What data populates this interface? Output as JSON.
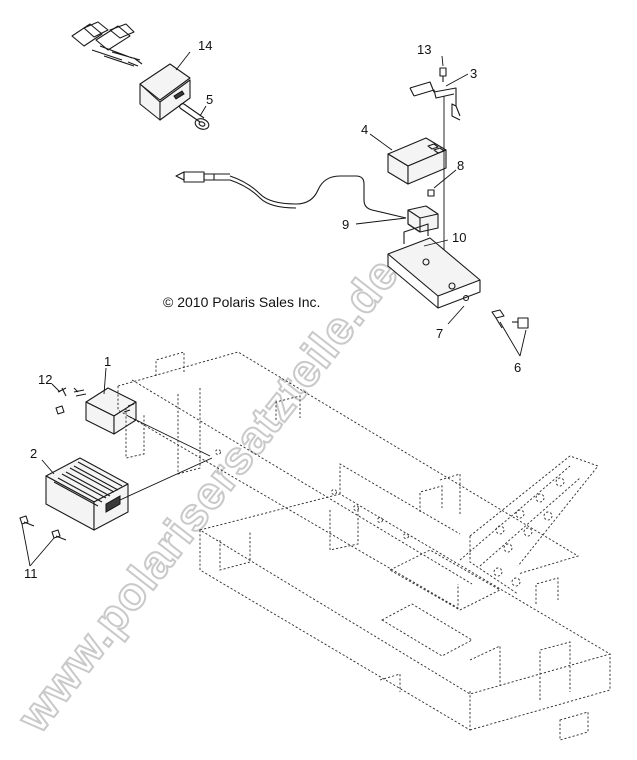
{
  "copyright": "© 2010 Polaris Sales Inc.",
  "watermark": "www.polarisersatzteile.de",
  "callouts": {
    "c1": "1",
    "c2": "2",
    "c3": "3",
    "c4": "4",
    "c5": "5",
    "c6": "6",
    "c7": "7",
    "c8": "8",
    "c9": "9",
    "c10": "10",
    "c11": "11",
    "c12": "12",
    "c13": "13",
    "c14": "14"
  }
}
